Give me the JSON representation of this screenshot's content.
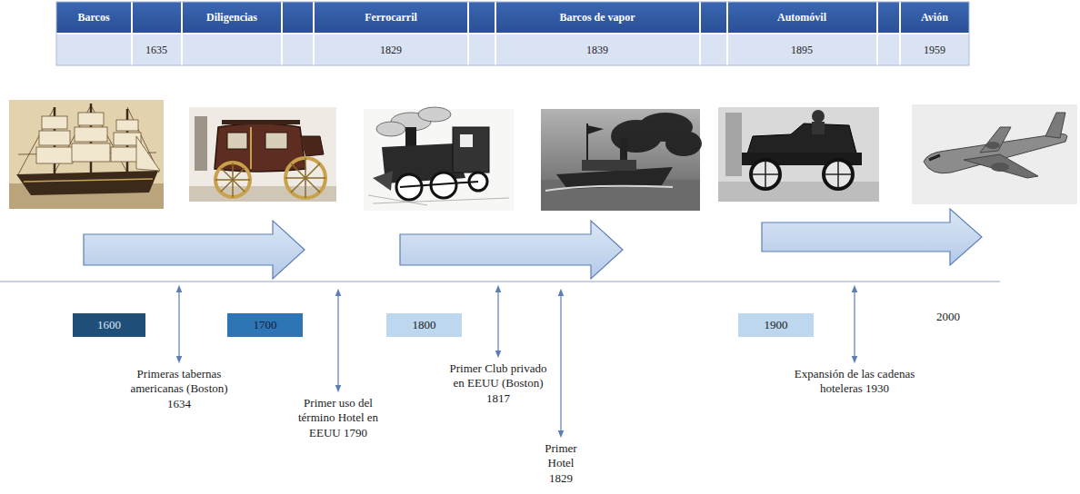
{
  "diagram": {
    "nodes": [
      {
        "text": [
          "1600"
        ]
      },
      {
        "text": [
          "1700"
        ]
      },
      {
        "text": [
          "1800"
        ]
      },
      {
        "text": [
          "1900"
        ]
      }
    ],
    "labels": [
      "Barcos",
      "Diligencias",
      "Ferrocarril",
      "Barcos de vapor",
      "Automóvil",
      "Avión",
      "1635",
      "1829",
      "1839",
      "1895",
      "1959",
      "2000",
      "Primeras tabernas americanas (Boston) 1634",
      "Primer uso del término Hotel en EEUU 1790",
      "Primer Club privado en EEUU (Boston) 1817",
      "Primer Hotel 1829",
      "Expansión de las cadenas hoteleras 1930"
    ]
  }
}
